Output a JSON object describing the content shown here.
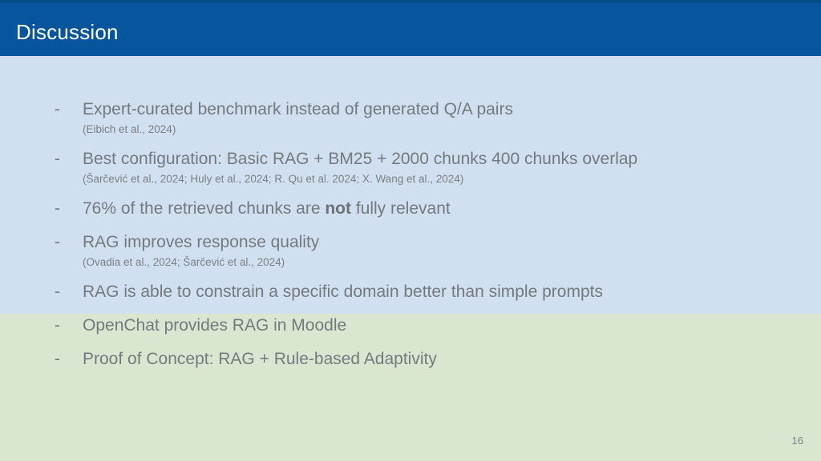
{
  "slide": {
    "title": "Discussion",
    "page_number": "16",
    "colors": {
      "title_bar": "#06559d",
      "title_text": "#ffffff",
      "background_top": "#d1e0f0",
      "background_bottom": "#d9e7d1",
      "body_text": "#74797e",
      "citation_text": "#7b7f84"
    },
    "bullet_marker": "-",
    "bullets": [
      {
        "text_before_bold": "Expert-curated benchmark instead of generated Q/A pairs",
        "bold": "",
        "text_after_bold": "",
        "citation": "(Eibich et al., 2024)"
      },
      {
        "text_before_bold": "Best configuration: Basic RAG + BM25 + 2000 chunks 400 chunks overlap",
        "bold": "",
        "text_after_bold": "",
        "citation": "(Šarčević et al., 2024;  Huly et al., 2024; R. Qu et al. 2024; X. Wang et al., 2024)"
      },
      {
        "text_before_bold": "76% of the retrieved chunks are ",
        "bold": "not",
        "text_after_bold": " fully relevant",
        "citation": ""
      },
      {
        "text_before_bold": "RAG improves response quality",
        "bold": "",
        "text_after_bold": "",
        "citation": "(Ovadia et al., 2024; Šarčević et al., 2024)"
      },
      {
        "text_before_bold": "RAG is able to constrain a specific domain better than simple prompts",
        "bold": "",
        "text_after_bold": "",
        "citation": ""
      },
      {
        "text_before_bold": "OpenChat provides RAG in Moodle",
        "bold": "",
        "text_after_bold": "",
        "citation": ""
      },
      {
        "text_before_bold": "Proof of Concept: RAG + Rule-based Adaptivity",
        "bold": "",
        "text_after_bold": "",
        "citation": ""
      }
    ]
  }
}
